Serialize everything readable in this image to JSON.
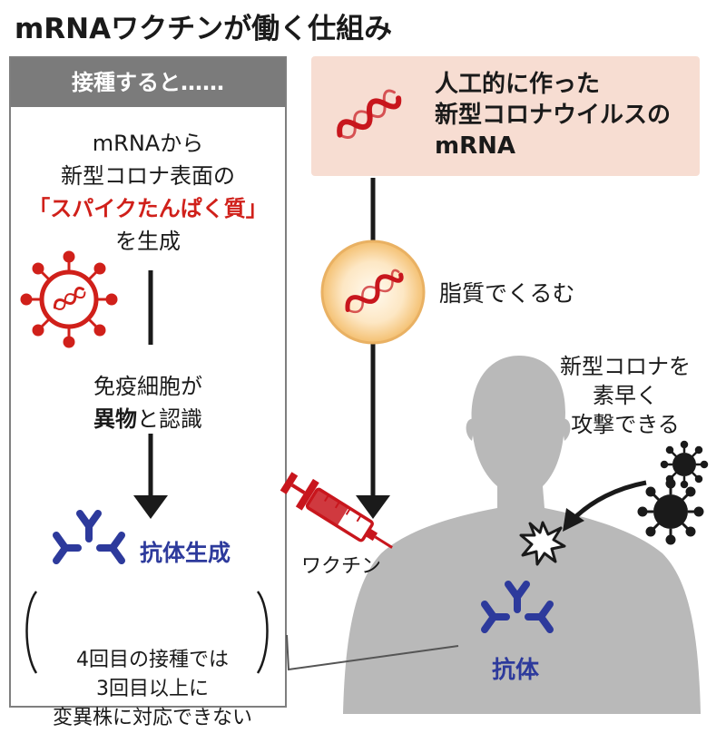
{
  "title": "mRNAワクチンが働く仕組み",
  "left": {
    "header": "接種すると……",
    "step1": [
      "mRNAから",
      "新型コロナ表面の",
      "「スパイクたんぱく質」",
      "を生成"
    ],
    "step2_line1": "免疫細胞が",
    "step2_bold": "異物",
    "step2_rest": "と認識",
    "step3": "抗体生成",
    "note": [
      "4回目の接種では",
      "3回目以上に",
      "変異株に対応できない"
    ]
  },
  "right": {
    "box_lines": [
      "人工的に作った",
      "新型コロナウイルスの",
      "mRNA"
    ],
    "lipid_label": "脂質でくるむ",
    "vaccine_label": "ワクチン",
    "attack_lines": [
      "新型コロナを",
      "素早く",
      "攻撃できる"
    ],
    "antibody_label": "抗体"
  },
  "colors": {
    "red": "#d0201a",
    "blue": "#2d3a9c",
    "gray_header": "#7b7b7b",
    "pink_box": "#f7ddd2",
    "body_gray": "#b9b9b9"
  }
}
